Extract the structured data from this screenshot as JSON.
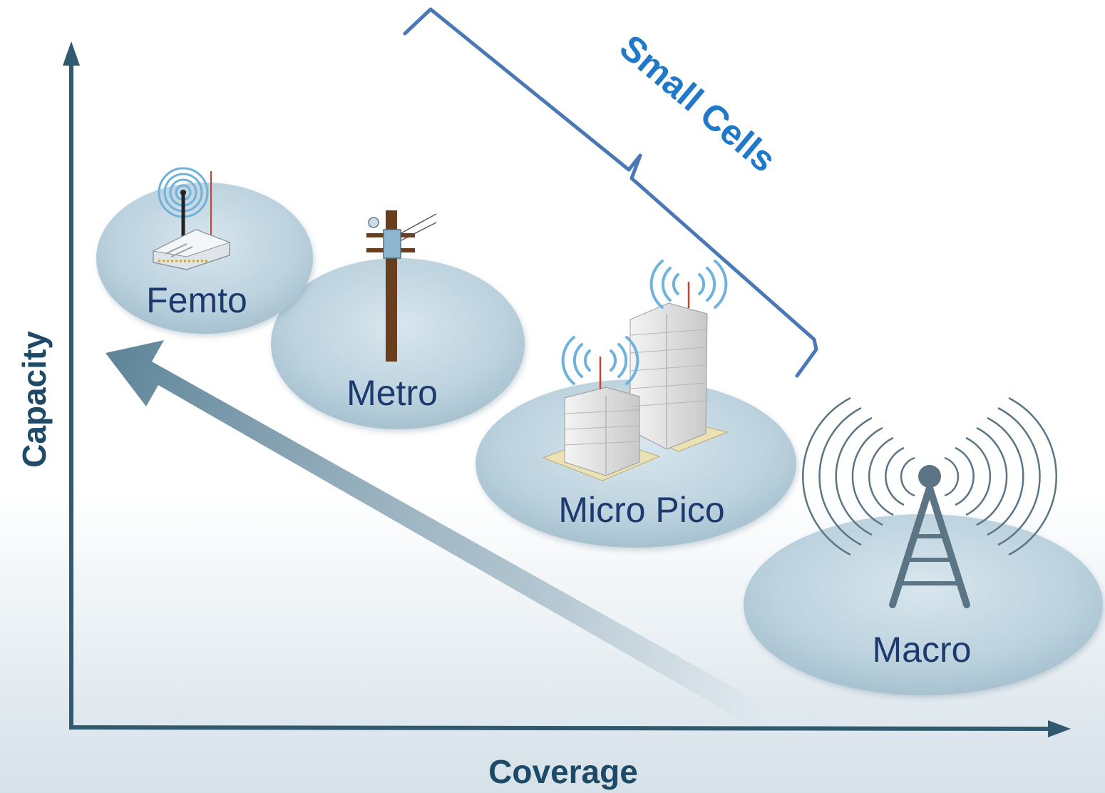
{
  "axes": {
    "y_label": "Capacity",
    "x_label": "Coverage"
  },
  "bracket": {
    "label": "Small Cells"
  },
  "cells": [
    {
      "id": "femto",
      "label": "Femto"
    },
    {
      "id": "metro",
      "label": "Metro"
    },
    {
      "id": "micro-pico",
      "label": "Micro Pico"
    },
    {
      "id": "macro",
      "label": "Macro"
    }
  ],
  "colors": {
    "axis": "#2f5a70",
    "axis_text": "#1d4a66",
    "bracket": "#4a78b6",
    "bracket_text": "#1f78c8",
    "cell_label": "#1c3a6e",
    "ellipse_fill": "#bfd4e0",
    "trend_arrow": "#6f93a6"
  }
}
